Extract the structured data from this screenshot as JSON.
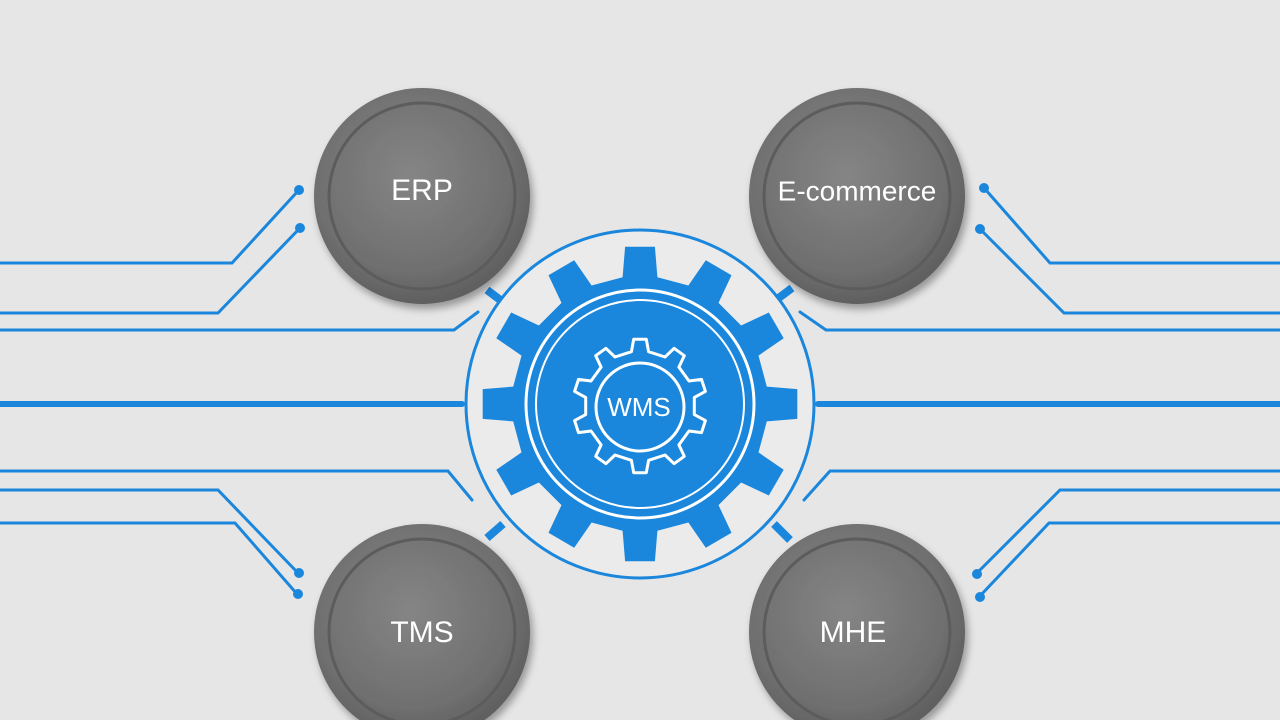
{
  "hub": {
    "label": "WMS",
    "icon": "gear-icon"
  },
  "nodes": {
    "erp": {
      "label": "ERP"
    },
    "ecommerce": {
      "label": "E-commerce"
    },
    "tms": {
      "label": "TMS"
    },
    "mhe": {
      "label": "MHE"
    }
  },
  "colors": {
    "background": "#e6e6e6",
    "accent_blue": "#1a86dc",
    "node_grey": "#777777"
  }
}
